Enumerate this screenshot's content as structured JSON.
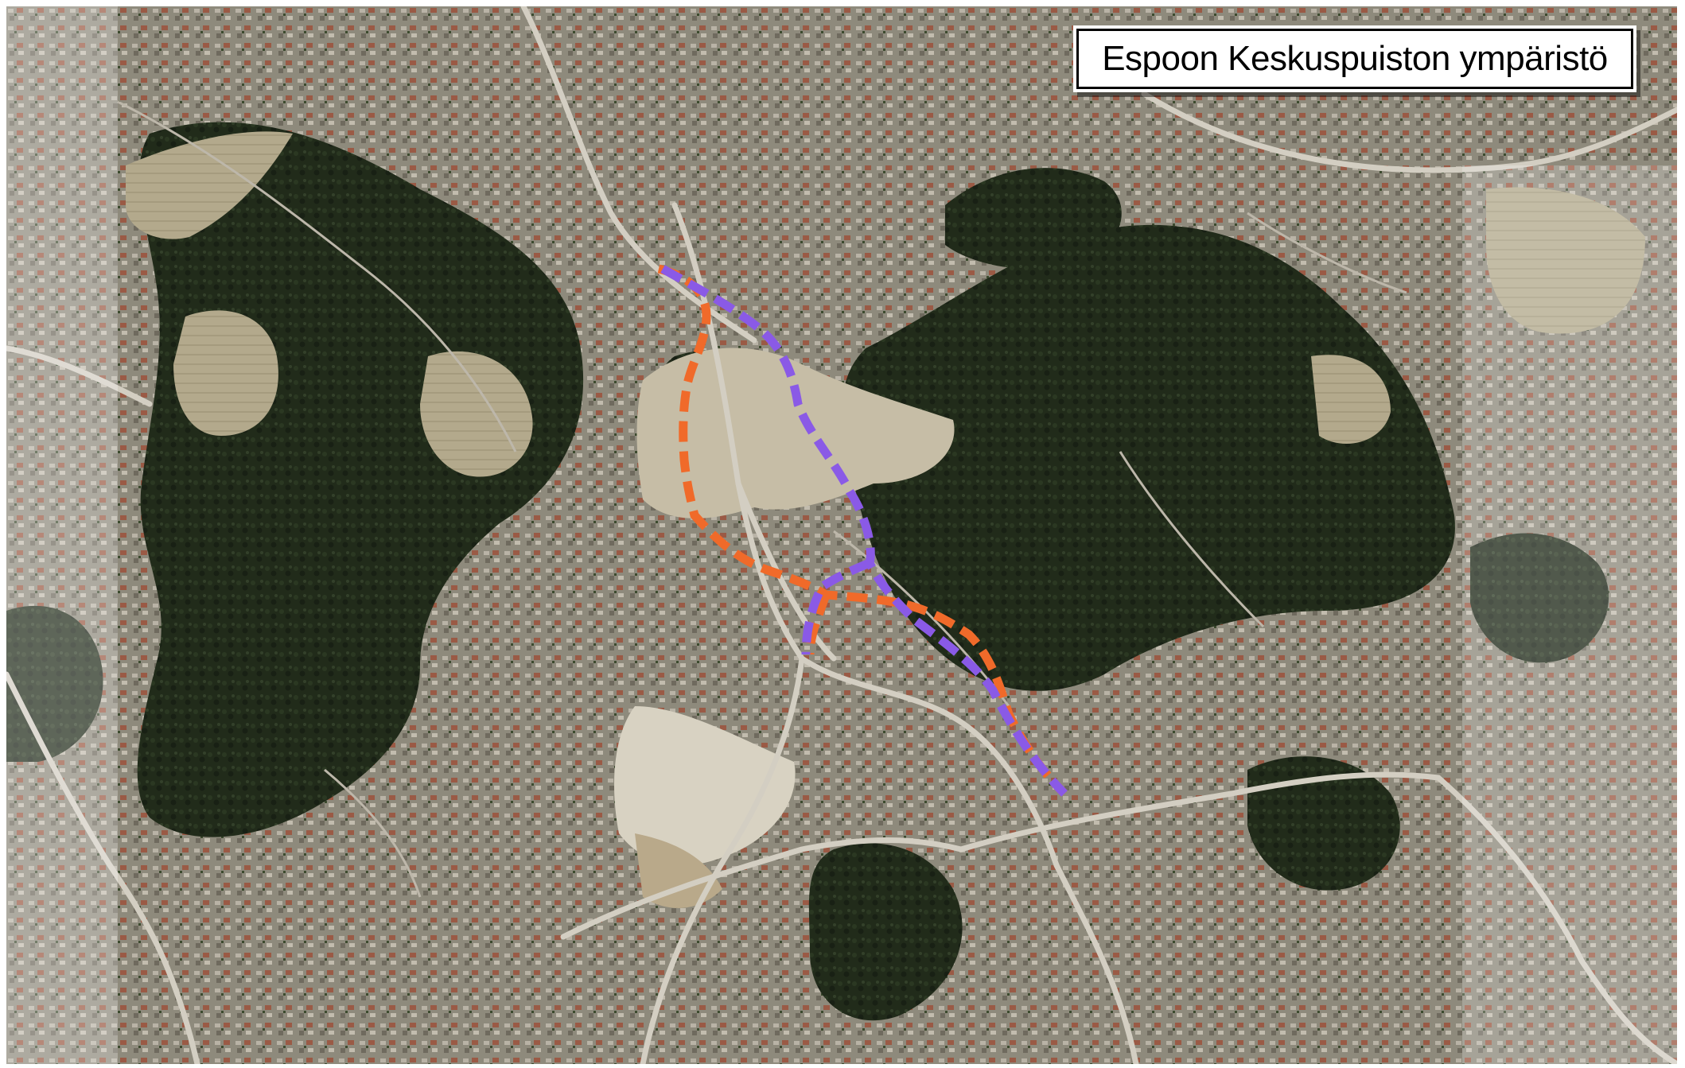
{
  "map": {
    "title": "Espoon Keskuspuiston ympäristö",
    "imagery": "aerial-orthophoto",
    "colors": {
      "forest": "#1f2a18",
      "urban": "#8c8878",
      "field": "#b8ad8f",
      "road": "#cfcac0",
      "route_orange": "#f06a2a",
      "route_purple": "#8a5ae6",
      "fade_overlay": "#ffffff"
    },
    "routes": [
      {
        "id": "orange-route",
        "color": "#f06a2a"
      },
      {
        "id": "purple-route",
        "color": "#8a5ae6"
      }
    ]
  }
}
